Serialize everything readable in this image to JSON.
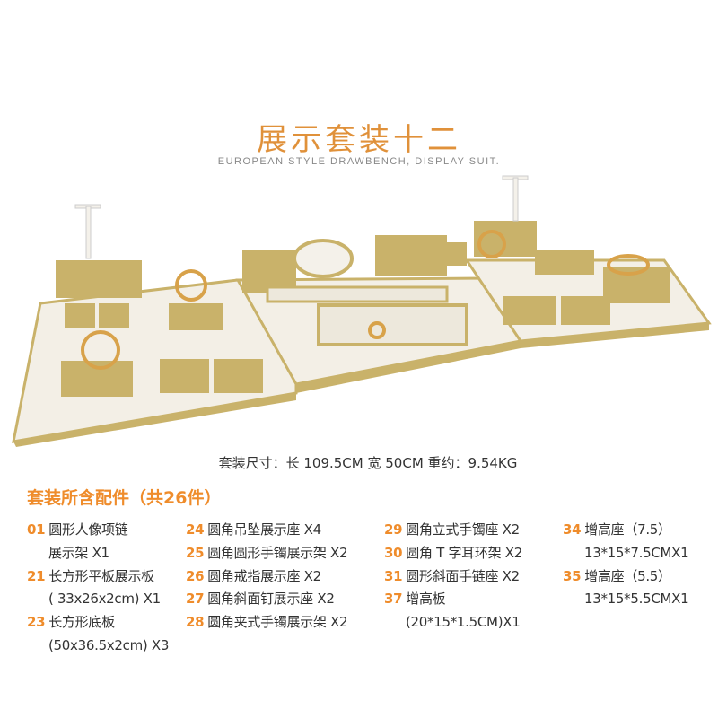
{
  "title": "展示套装十二",
  "subtitle": "EUROPEAN STYLE DRAWBENCH, DISPLAY SUIT.",
  "size_line": "套装尺寸：长 109.5CM  宽 50CM    重约：9.54KG",
  "heading": "套装所含配件（共26件）",
  "columns": [
    [
      {
        "num": "01",
        "line1": "圆形人像项链",
        "line2": "展示架 X1"
      },
      {
        "num": "21",
        "line1": "长方形平板展示板",
        "line2": "( 33x26x2cm) X1"
      },
      {
        "num": "23",
        "line1": "长方形底板",
        "line2": "(50x36.5x2cm) X3"
      }
    ],
    [
      {
        "num": "24",
        "line1": "圆角吊坠展示座 X4"
      },
      {
        "num": "25",
        "line1": "圆角圆形手镯展示架 X2"
      },
      {
        "num": "26",
        "line1": "圆角戒指展示座 X2"
      },
      {
        "num": "27",
        "line1": "圆角斜面钉展示座 X2"
      },
      {
        "num": "28",
        "line1": "圆角夹式手镯展示架 X2"
      }
    ],
    [
      {
        "num": "29",
        "line1": "圆角立式手镯座 X2"
      },
      {
        "num": "30",
        "line1": "圆角 T 字耳环架 X2"
      },
      {
        "num": "31",
        "line1": "圆形斜面手链座 X2"
      },
      {
        "num": "37",
        "line1": "增高板",
        "line2": "(20*15*1.5CM)X1"
      }
    ],
    [
      {
        "num": "34",
        "line1": "增高座（7.5）",
        "line2": "13*15*7.5CMX1"
      },
      {
        "num": "35",
        "line1": "增高座（5.5）",
        "line2": "13*15*5.5CMX1"
      }
    ]
  ],
  "colors": {
    "accent": "#ef8c2b",
    "gold": "#c9b26a",
    "cream": "#f4f1ea"
  }
}
